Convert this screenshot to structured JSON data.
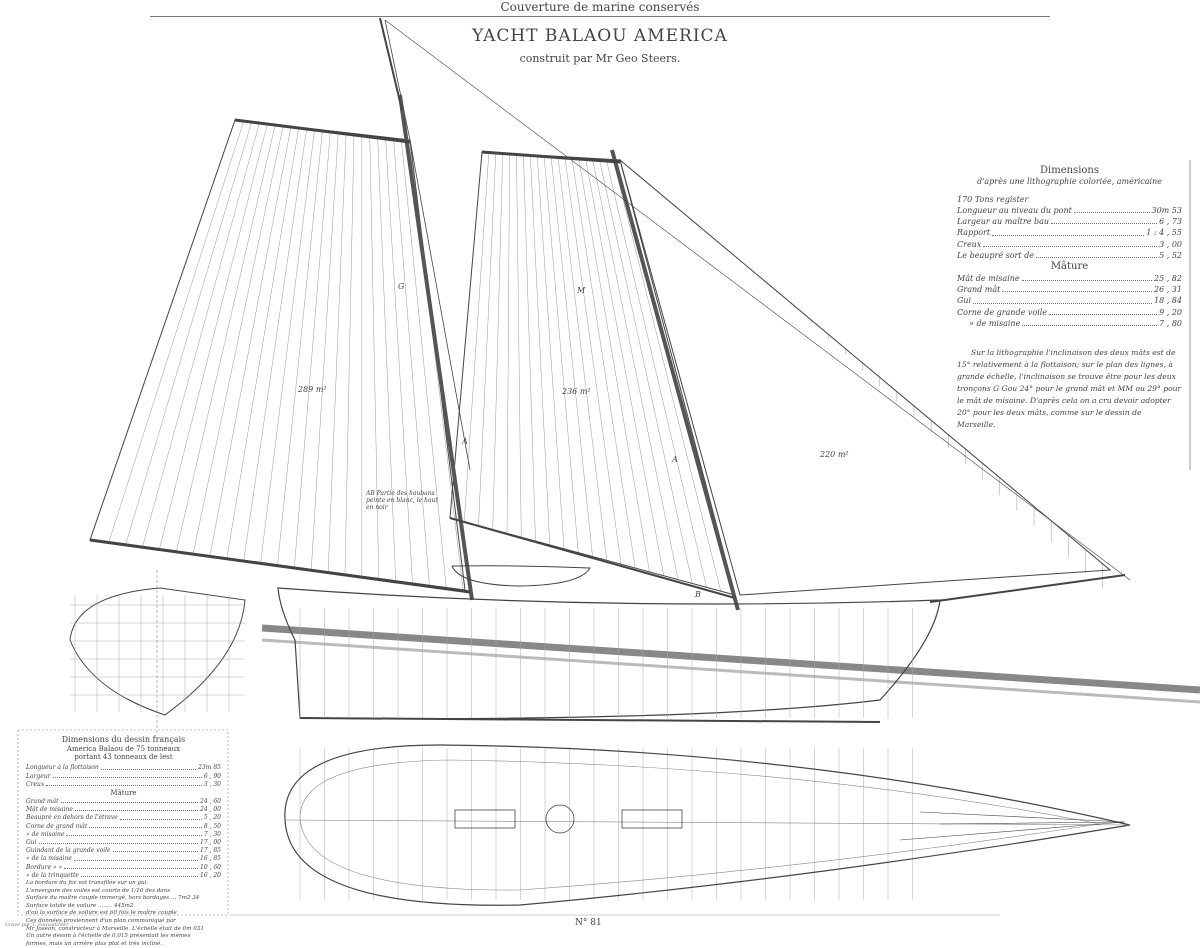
{
  "header": {
    "series_line": "Couverture de marine conservés",
    "title": "YACHT BALAOU AMERICA",
    "subtitle": "construit par Mr Geo Steers."
  },
  "dimensions_american": {
    "heading": "Dimensions",
    "source": "d'après une lithographie coloriée, américaine",
    "tonnage": "170 Tons register",
    "rows": [
      {
        "label": "Longueur au niveau du pont",
        "value": "30m 53"
      },
      {
        "label": "Largeur au maître bau",
        "value": "6 , 73"
      },
      {
        "label": "Rapport",
        "value": "1 : 4 , 55"
      },
      {
        "label": "Creux",
        "value": "3 , 00"
      },
      {
        "label": "Le beaupré sort de",
        "value": "5 , 52"
      }
    ],
    "mature_heading": "Mâture",
    "mature_rows": [
      {
        "label": "Mât de misaine",
        "value": "25 , 82"
      },
      {
        "label": "Grand mât",
        "value": "26 , 31"
      },
      {
        "label": "Gui",
        "value": "18 , 84"
      },
      {
        "label": "Corne de grande voile",
        "value": "9 , 20"
      },
      {
        "label": "»  de misaine",
        "value": "7 , 80"
      }
    ],
    "note": "Sur la lithographie l'inclinaison des deux mâts est de 15° relativement à la flottaison; sur le plan des lignes, à grande échelle, l'inclinaison se trouve être pour les deux tronçons G Gou 24° pour le grand mât et MM ou 29° pour le mât de misaine. D'après cela on a cru devoir adopter 20° pour les deux mâts, comme sur le dessin de Marseille."
  },
  "dimensions_french": {
    "heading": "Dimensions du dessin français",
    "line1": "America  Balaou de 75 tonneaux",
    "line2": "portant 43 tonneaux de lest",
    "rows": [
      {
        "label": "Longueur à la flottaison",
        "value": "23m 85"
      },
      {
        "label": "Largeur",
        "value": "6 , 90"
      },
      {
        "label": "Creux",
        "value": "3 , 30"
      }
    ],
    "mature_heading": "Mâture",
    "mature_rows": [
      {
        "label": "Grand mât",
        "value": "24 , 60"
      },
      {
        "label": "Mât de misaine",
        "value": "24 , 00"
      },
      {
        "label": "Beaupré en dehors de l'étrave",
        "value": "5 , 20"
      },
      {
        "label": "Corne de grand mât",
        "value": "8 , 50"
      },
      {
        "label": "»  de misaine",
        "value": "7 , 30"
      },
      {
        "label": "Gui",
        "value": "17 , 00"
      },
      {
        "label": "Guindant de la grande voile",
        "value": "17 , 85"
      },
      {
        "label": "»  de la misaine",
        "value": "16 , 85"
      },
      {
        "label": "Bordure  »  »",
        "value": "10 , 60"
      },
      {
        "label": "»  de la trinquette",
        "value": "16 , 20"
      }
    ],
    "notes": [
      "La bordure du foc est transfilée sur un gui.",
      "L'envergure des voiles est courte de 1/10 des dans",
      "Surface du maître couple immergé, hors bordages ... 7m2 34",
      "Surface totale de voilure ........ 445m2",
      "d'où la surface de voilure est 60 fois le maître couple",
      "Ces données proviennent d'un plan communiqué par",
      "Mr Joseon, constructeur à Marseille. L'échelle était de 0m 031",
      "Un autre dessin à l'échelle de 0,015 présentait les mêmes",
      "formes, mais un arrière plus plat et très incliné."
    ]
  },
  "sail_labels": {
    "main": "289 m²",
    "fore": "236 m²",
    "jib": "220 m²",
    "mast_g": "G",
    "mast_m": "M",
    "mark_a1": "A",
    "mark_a2": "A",
    "mark_b": "B"
  },
  "annotation_ab": "AB Partie des haubans peinte en blanc, le haut en noir",
  "footer": {
    "plate": "N° 81",
    "engraver": "Gravé par T. Sauvadinter"
  },
  "colors": {
    "ink": "#333333",
    "paper": "#ffffff",
    "waterline_band": "#888888"
  }
}
